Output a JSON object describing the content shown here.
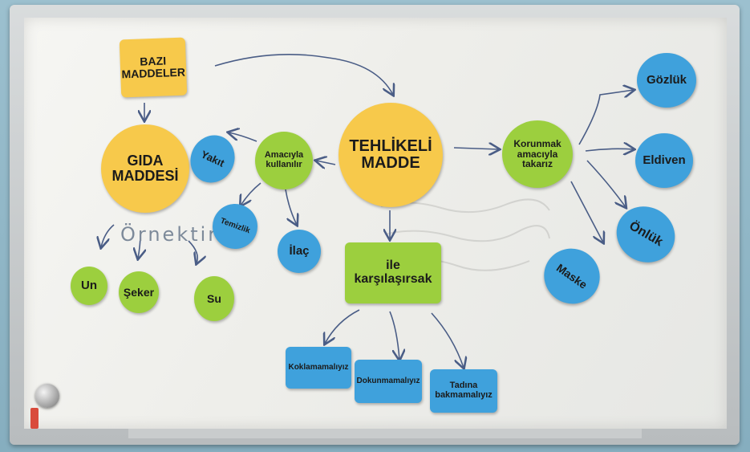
{
  "colors": {
    "yellow": "#f7c94b",
    "green": "#9ccf3e",
    "blue": "#3fa1dc",
    "ink": "#4a5d86"
  },
  "scene": {
    "description_free": true
  },
  "cards": {
    "bazi_maddeler": "BAZI\nMADDELER",
    "gida_maddesi": "GIDA\nMADDESİ",
    "tehlikeli_madde": "TEHLİKELİ\nMADDE",
    "amaciyla_kullanilir": "Amacıyla\nkullanılır",
    "korunmak": "Korunmak\namacıyla\ntakarız",
    "ile_karsilasirsak": "ile\nkarşılaşırsak",
    "yakit": "Yakıt",
    "temizlik": "Temizlik",
    "ilac": "İlaç",
    "un": "Un",
    "seker": "Şeker",
    "su": "Su",
    "gozluk": "Gözlük",
    "eldiven": "Eldiven",
    "onluk": "Önlük",
    "maske": "Maske",
    "koklamamaliyiz": "Koklamamalıyız",
    "dokunmamaliyiz": "Dokunmamalıyız",
    "tadina_bakmamaliyiz": "Tadına\nbakmamalıyız"
  },
  "handwriting": {
    "ornektir": "Örnektir"
  }
}
